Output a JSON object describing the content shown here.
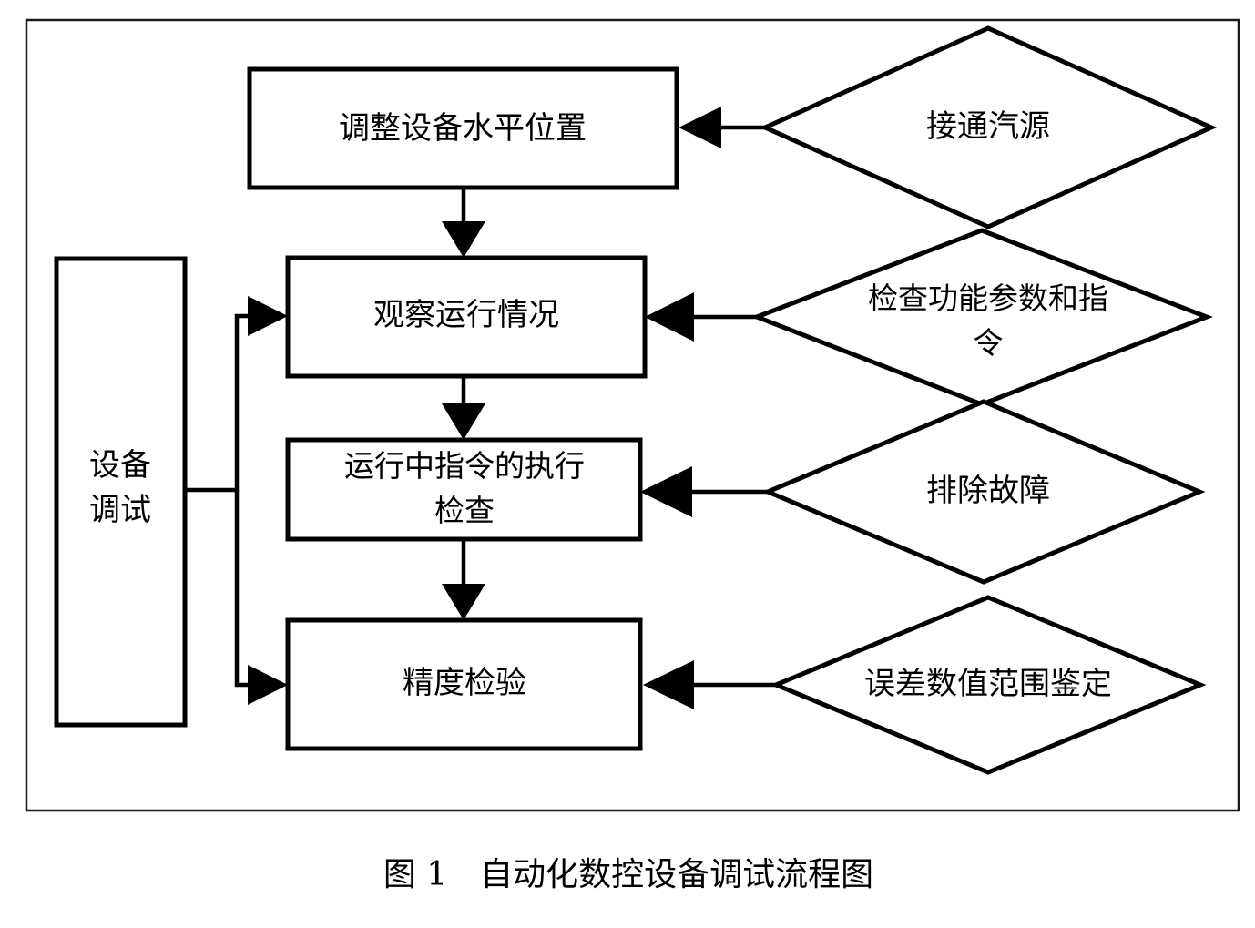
{
  "figure": {
    "caption": "图 1　自动化数控设备调试流程图",
    "border_color": "#1a1a1a",
    "line_color": "#000000",
    "background": "#ffffff"
  },
  "chart_data": {
    "type": "diagram",
    "diagram_kind": "flowchart",
    "title": "图 1　自动化数控设备调试流程图",
    "nodes": [
      {
        "id": "n0",
        "shape": "rectangle",
        "label": "设备调试",
        "lines": [
          "设备",
          "调试"
        ],
        "orientation": "vertical-left-spine"
      },
      {
        "id": "n1",
        "shape": "rectangle",
        "label": "调整设备水平位置",
        "lines": [
          "调整设备水平位置"
        ]
      },
      {
        "id": "n2",
        "shape": "rectangle",
        "label": "观察运行情况",
        "lines": [
          "观察运行情况"
        ]
      },
      {
        "id": "n3",
        "shape": "rectangle",
        "label": "运行中指令的执行检查",
        "lines": [
          "运行中指令的执行",
          "检查"
        ]
      },
      {
        "id": "n4",
        "shape": "rectangle",
        "label": "精度检验",
        "lines": [
          "精度检验"
        ]
      },
      {
        "id": "d1",
        "shape": "diamond",
        "label": "接通汽源",
        "lines": [
          "接通汽源"
        ]
      },
      {
        "id": "d2",
        "shape": "diamond",
        "label": "检查功能参数和指令",
        "lines": [
          "检查功能参数和指",
          "令"
        ]
      },
      {
        "id": "d3",
        "shape": "diamond",
        "label": "排除故障",
        "lines": [
          "排除故障"
        ]
      },
      {
        "id": "d4",
        "shape": "diamond",
        "label": "误差数值范围鉴定",
        "lines": [
          "误差数值范围鉴定"
        ]
      }
    ],
    "edges": [
      {
        "from": "d1",
        "to": "n1",
        "direction": "left",
        "arrow": true
      },
      {
        "from": "n1",
        "to": "n2",
        "direction": "down",
        "arrow": true
      },
      {
        "from": "d2",
        "to": "n2",
        "direction": "left",
        "arrow": true
      },
      {
        "from": "n2",
        "to": "n3",
        "direction": "down",
        "arrow": true
      },
      {
        "from": "d3",
        "to": "n3",
        "direction": "left",
        "arrow": true
      },
      {
        "from": "n3",
        "to": "n4",
        "direction": "down",
        "arrow": true
      },
      {
        "from": "d4",
        "to": "n4",
        "direction": "left",
        "arrow": true
      },
      {
        "from": "n0",
        "to": "n2",
        "direction": "right-bracket",
        "arrow": true
      },
      {
        "from": "n0",
        "to": "n4",
        "direction": "right-bracket",
        "arrow": true
      }
    ]
  }
}
